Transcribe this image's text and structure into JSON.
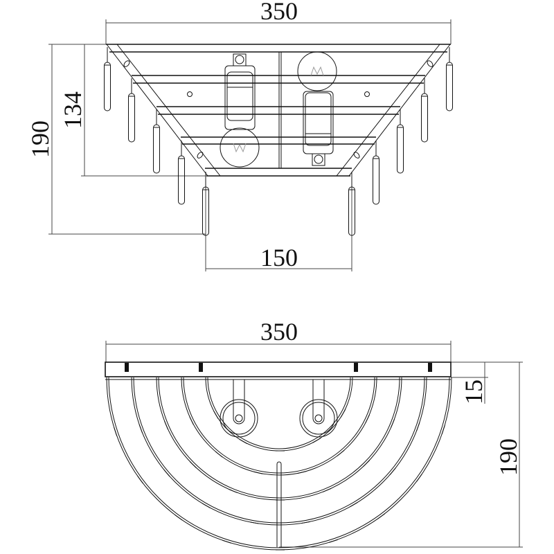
{
  "front_view": {
    "width_label": "350",
    "height_label": "190",
    "body_height_label": "134",
    "bottom_width_label": "150"
  },
  "top_view": {
    "width_label": "350",
    "plate_label": "15",
    "depth_label": "190"
  }
}
